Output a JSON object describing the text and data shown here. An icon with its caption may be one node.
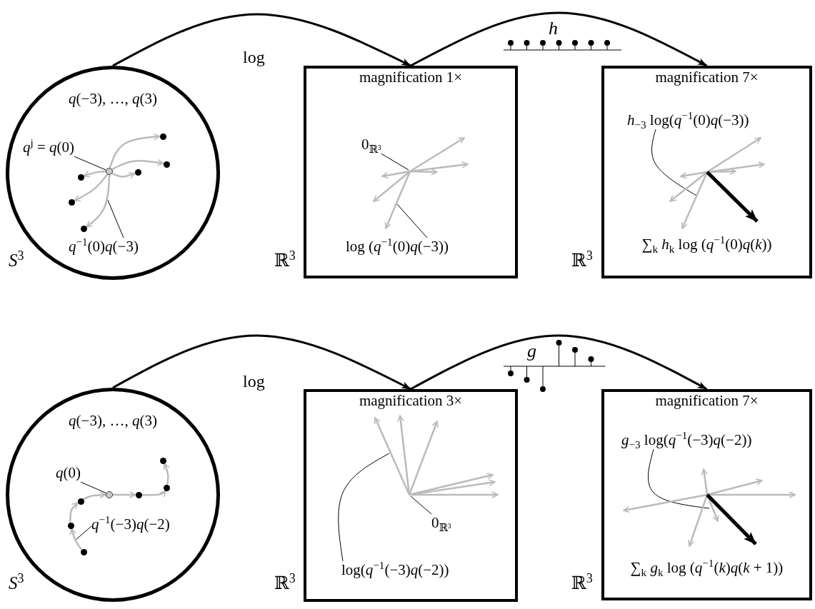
{
  "diagram": {
    "nodes": [
      {
        "text": [
          "*q*(−3), …, *q*(3)"
        ],
        "beside": [
          "*S*$^{3}$"
        ]
      },
      {
        "text": [
          "*q*$^{j}$ = *q*(0)"
        ],
        "in": 0
      },
      {
        "text": [],
        "shape": "circle",
        "in": 0
      },
      {
        "text": [],
        "shape": "circle",
        "in": 0
      },
      {
        "text": [],
        "shape": "circle",
        "in": 0
      },
      {
        "text": [],
        "shape": "circle",
        "in": 0
      },
      {
        "text": [],
        "shape": "circle",
        "in": 0
      },
      {
        "text": [],
        "shape": "circle",
        "in": 0
      },
      {
        "text": [],
        "shape": "circle",
        "in": 0
      },
      {
        "text": [
          "*q*$^{−1}$(0)*q*(−3)"
        ],
        "in": 0
      },
      {
        "text": [
          "magnification 1×"
        ],
        "beside": [
          "ℝ$^{3}$"
        ]
      },
      {
        "text": [],
        "shape": "picture",
        "in": 10
      },
      {
        "text": [
          "0$_{ℝ³}$"
        ],
        "in": 10
      },
      {
        "text": [
          "log (*q*$^{−1}$(0)*q*(−3))"
        ],
        "in": 10
      },
      {
        "text": [
          "magnification 7×",
          "∑$_{k}$ *h*$_{k}$ log (*q*$^{−1}$(0)*q*(*k*))"
        ],
        "beside": [
          "ℝ$^{3}$"
        ]
      },
      {
        "text": [],
        "shape": "picture",
        "in": 14
      },
      {
        "text": [
          "*h*$_{−3}$ log(*q*$^{−1}$(0)*q*(−3))"
        ],
        "in": 14
      },
      {
        "text": [
          "*q*(−3), …, *q*(3)"
        ],
        "beside": [
          "*S*$^{3}$"
        ]
      },
      {
        "text": [
          "*q*(0)"
        ],
        "in": 17
      },
      {
        "text": [],
        "shape": "circle",
        "in": 17
      },
      {
        "text": [],
        "shape": "circle",
        "in": 17
      },
      {
        "text": [],
        "shape": "circle",
        "in": 17
      },
      {
        "text": [],
        "shape": "circle",
        "in": 17
      },
      {
        "text": [],
        "shape": "circle",
        "in": 17
      },
      {
        "text": [],
        "shape": "circle",
        "in": 17
      },
      {
        "text": [],
        "shape": "circle",
        "in": 17
      },
      {
        "text": [
          "*q*$^{−1}$(−3)*q*(−2)"
        ],
        "in": 17
      },
      {
        "text": [
          "magnification 3×"
        ],
        "beside": [
          "ℝ$^{3}$"
        ]
      },
      {
        "text": [],
        "shape": "picture",
        "in": 27
      },
      {
        "text": [
          "0$_{ℝ³}$"
        ],
        "in": 27
      },
      {
        "text": [
          "log(*q*$^{−1}$(−3)*q*(−2))"
        ],
        "in": 27
      },
      {
        "text": [
          "magnification 7×",
          "∑$_{k}$ *g*$_{k}$ log (*q*$^{−1}$(*k*)*q*(*k* + 1))"
        ],
        "beside": [
          "ℝ$^{3}$"
        ]
      },
      {
        "text": [],
        "shape": "picture",
        "in": 31
      },
      {
        "text": [
          "*g*$_{−3}$ log(*q*$^{−1}$(−3)*q*(−2))"
        ],
        "in": 31
      }
    ],
    "edges": [
      {
        "from": 0,
        "to": 10,
        "arrow": "to",
        "label": "log"
      },
      {
        "from": 10,
        "to": 14,
        "arrow": "to"
      },
      {
        "from": 1,
        "to": 2,
        "arrow": "none"
      },
      {
        "from": 9,
        "to": null,
        "arrow": "none"
      },
      {
        "from": 12,
        "to": 11,
        "arrow": "none"
      },
      {
        "from": 13,
        "to": 11,
        "arrow": "none"
      },
      {
        "from": 16,
        "to": 15,
        "arrow": "none"
      },
      {
        "from": 17,
        "to": 27,
        "arrow": "to",
        "label": "log"
      },
      {
        "from": 27,
        "to": 31,
        "arrow": "to"
      },
      {
        "from": 18,
        "to": 19,
        "arrow": "none"
      },
      {
        "from": 26,
        "to": null,
        "arrow": "none"
      },
      {
        "from": 29,
        "to": 28,
        "arrow": "none"
      },
      {
        "from": 30,
        "to": 28,
        "arrow": "none"
      },
      {
        "from": 33,
        "to": 32,
        "arrow": "none"
      },
      {
        "from": 2,
        "to": 3,
        "arrow": "to",
        "color": "#bbbbbb"
      },
      {
        "from": 2,
        "to": 4,
        "arrow": "to",
        "color": "#bbbbbb"
      },
      {
        "from": 2,
        "to": 5,
        "arrow": "to",
        "color": "#bbbbbb"
      },
      {
        "from": 2,
        "to": 6,
        "arrow": "to",
        "color": "#bbbbbb"
      },
      {
        "from": 2,
        "to": 7,
        "arrow": "to",
        "color": "#bbbbbb"
      },
      {
        "from": 2,
        "to": 8,
        "arrow": "to",
        "color": "#bbbbbb"
      },
      {
        "from": 22,
        "to": 20,
        "arrow": "to",
        "color": "#bbbbbb"
      },
      {
        "from": 20,
        "to": 21,
        "arrow": "to",
        "color": "#bbbbbb"
      },
      {
        "from": 21,
        "to": 19,
        "arrow": "to",
        "color": "#bbbbbb"
      },
      {
        "from": 19,
        "to": 23,
        "arrow": "to",
        "color": "#bbbbbb"
      },
      {
        "from": 23,
        "to": 25,
        "arrow": "to",
        "color": "#bbbbbb"
      },
      {
        "from": 25,
        "to": 24,
        "arrow": "to",
        "color": "#bbbbbb"
      }
    ],
    "labels": [
      "*h*",
      "*g*"
    ]
  }
}
